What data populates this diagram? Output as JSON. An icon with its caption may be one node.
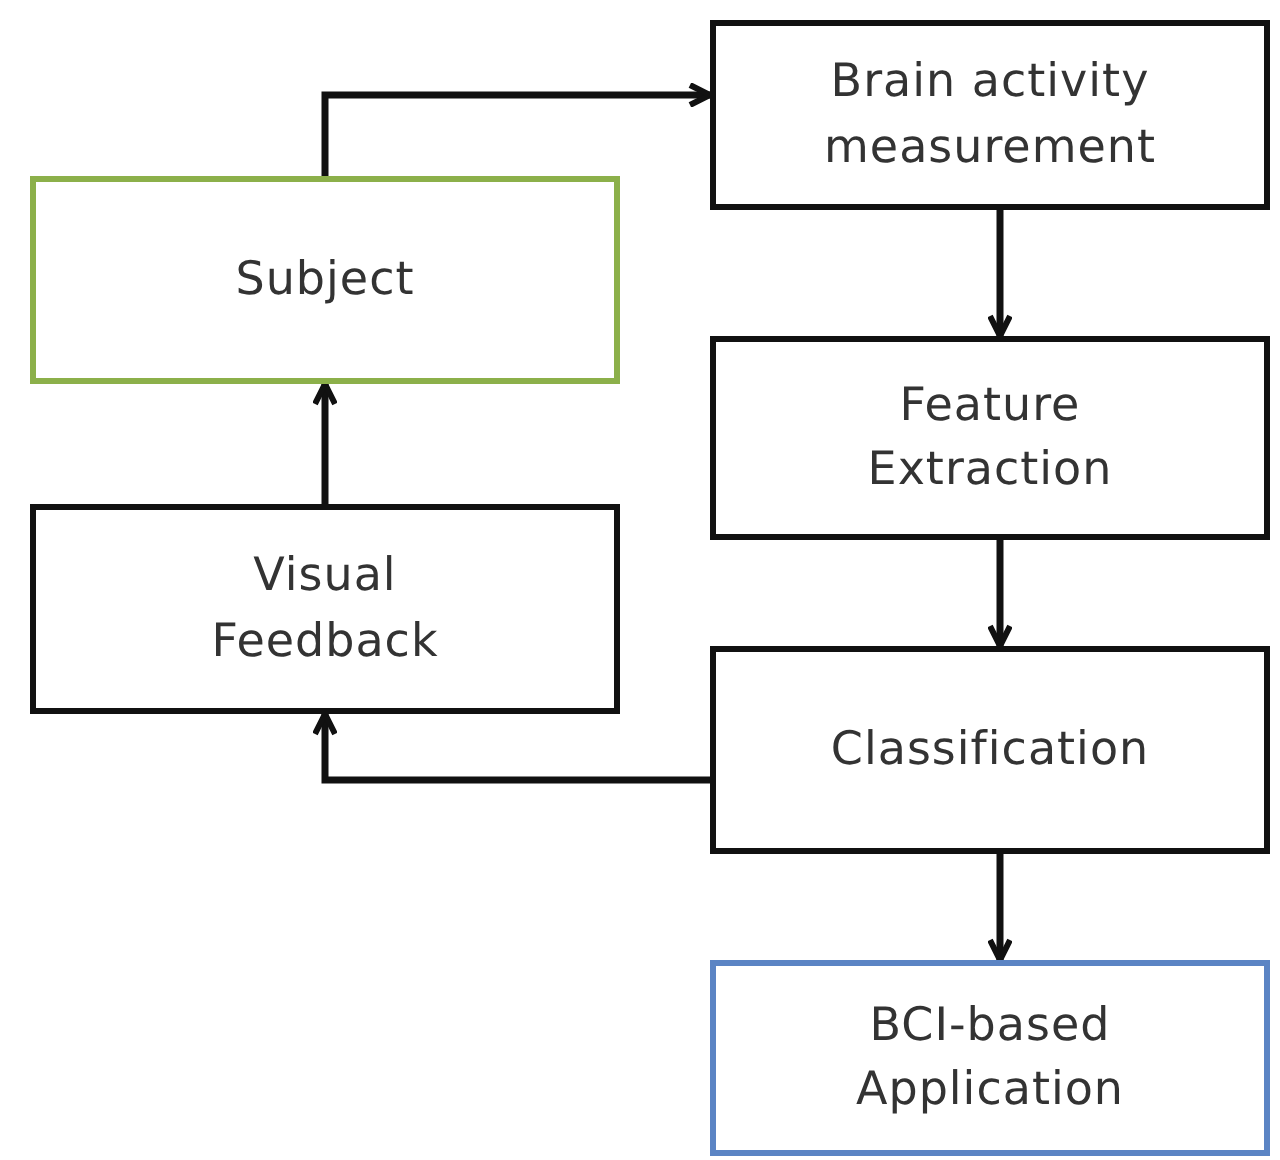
{
  "diagram": {
    "nodes": [
      {
        "text": [
          "Subject"
        ]
      },
      {
        "text": [
          "Brain activity measurement"
        ]
      },
      {
        "text": [
          "Feature Extraction"
        ]
      },
      {
        "text": [
          "Visual Feedback"
        ]
      },
      {
        "text": [
          "Classification"
        ]
      },
      {
        "text": [
          "BCI-based Application"
        ]
      }
    ],
    "edges": [
      {
        "from": 0,
        "to": 1,
        "arrow": "to"
      },
      {
        "from": 1,
        "to": 2,
        "arrow": "to"
      },
      {
        "from": 2,
        "to": 4,
        "arrow": "to"
      },
      {
        "from": 4,
        "to": 5,
        "arrow": "to"
      },
      {
        "from": 4,
        "to": 3,
        "arrow": "to"
      },
      {
        "from": 3,
        "to": 0,
        "arrow": "to"
      }
    ]
  }
}
